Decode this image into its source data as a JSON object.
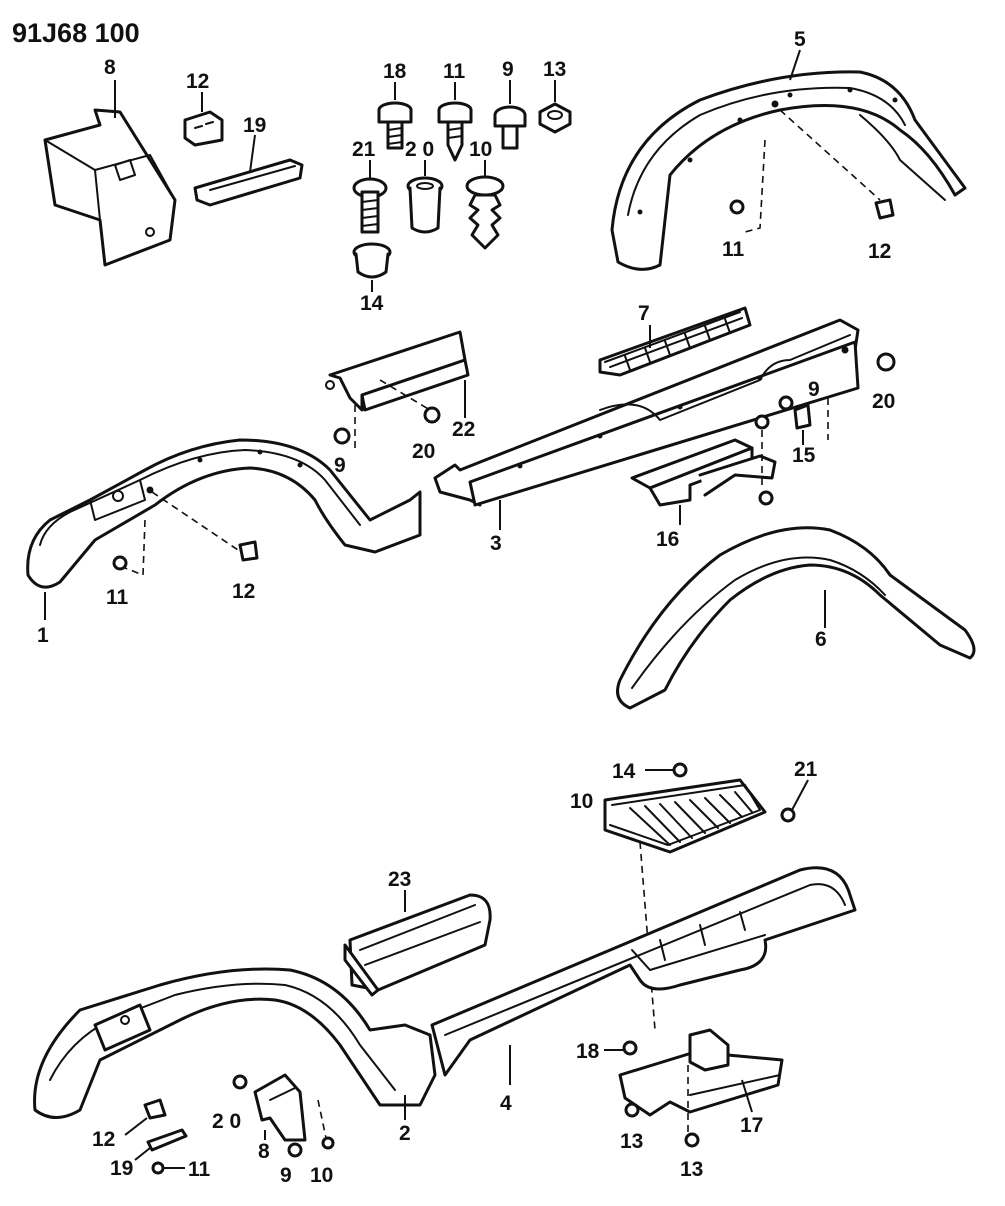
{
  "diagram_code": "91J68 100",
  "callouts": {
    "c1": "1",
    "c2": "2",
    "c3": "3",
    "c4": "4",
    "c5": "5",
    "c6": "6",
    "c7": "7",
    "c8a": "8",
    "c8b": "8",
    "c9a": "9",
    "c9b": "9",
    "c9c": "9",
    "c9d": "9",
    "c10a": "10",
    "c10b": "10",
    "c10c": "10",
    "c11a": "11",
    "c11b": "11",
    "c11c": "11",
    "c11d": "11",
    "c12a": "12",
    "c12b": "12",
    "c12c": "12",
    "c12d": "12",
    "c13a": "13",
    "c13b": "13",
    "c13c": "13",
    "c14a": "14",
    "c14b": "14",
    "c15": "15",
    "c16": "16",
    "c17": "17",
    "c18a": "18",
    "c18b": "18",
    "c19a": "19",
    "c19b": "19",
    "c20a": "2 0",
    "c20b": "20",
    "c20c": "20",
    "c20d": "2 0",
    "c21a": "21",
    "c21b": "21",
    "c22": "22",
    "c23": "23"
  }
}
